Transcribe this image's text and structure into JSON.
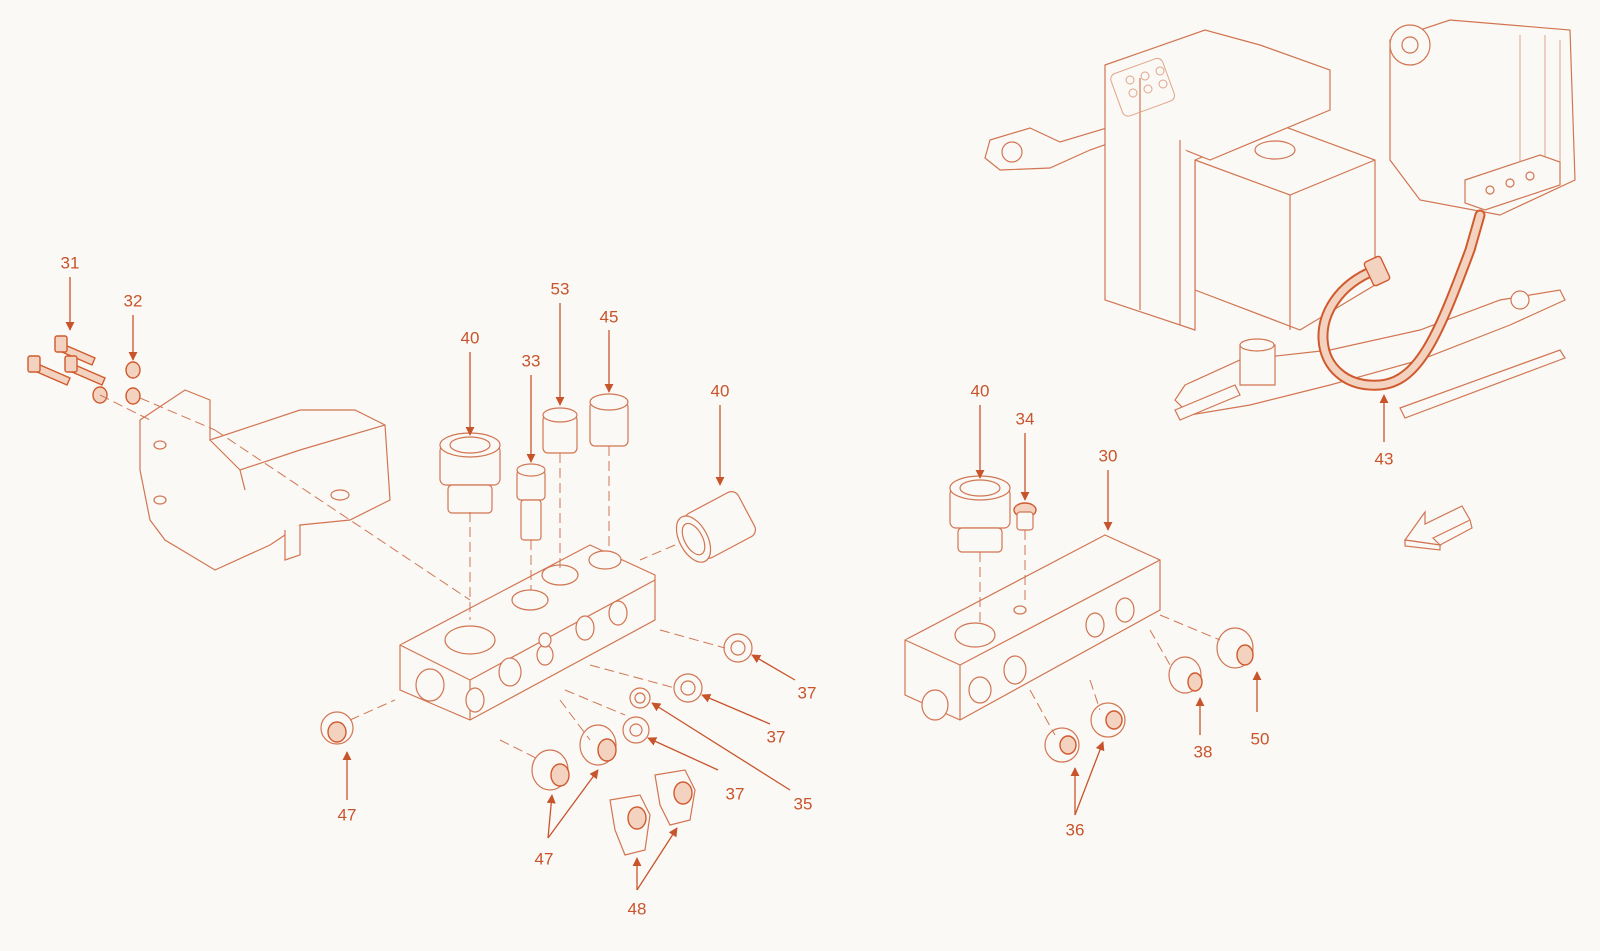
{
  "colors": {
    "line": "#d17552",
    "label": "#c8542c",
    "highlight": "#f3d3c0",
    "background": "#fbf9f5"
  },
  "callouts": [
    {
      "id": "31",
      "text": "31"
    },
    {
      "id": "32",
      "text": "32"
    },
    {
      "id": "40a",
      "text": "40"
    },
    {
      "id": "33",
      "text": "33"
    },
    {
      "id": "53",
      "text": "53"
    },
    {
      "id": "45",
      "text": "45"
    },
    {
      "id": "40b",
      "text": "40"
    },
    {
      "id": "40c",
      "text": "40"
    },
    {
      "id": "34",
      "text": "34"
    },
    {
      "id": "30",
      "text": "30"
    },
    {
      "id": "43",
      "text": "43"
    },
    {
      "id": "37a",
      "text": "37"
    },
    {
      "id": "37b",
      "text": "37"
    },
    {
      "id": "37c",
      "text": "37"
    },
    {
      "id": "35",
      "text": "35"
    },
    {
      "id": "47a",
      "text": "47"
    },
    {
      "id": "47b",
      "text": "47"
    },
    {
      "id": "48",
      "text": "48"
    },
    {
      "id": "36",
      "text": "36"
    },
    {
      "id": "38",
      "text": "38"
    },
    {
      "id": "50",
      "text": "50"
    }
  ],
  "icons": [
    "direction-arrow-icon",
    "engine-assembly",
    "hydraulic-hose"
  ]
}
